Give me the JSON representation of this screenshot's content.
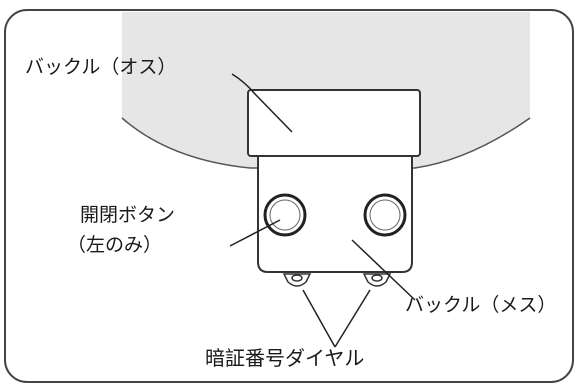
{
  "diagram": {
    "labels": {
      "buckle_male": "バックル（オス）",
      "open_close_button_line1": "開閉ボタン",
      "open_close_button_line2": "（左のみ）",
      "buckle_female": "バックル（メス）",
      "combination_dial": "暗証番号ダイヤル"
    },
    "colors": {
      "bag_fill": "#e6e6e6",
      "stroke": "#333333",
      "background": "#ffffff"
    }
  }
}
